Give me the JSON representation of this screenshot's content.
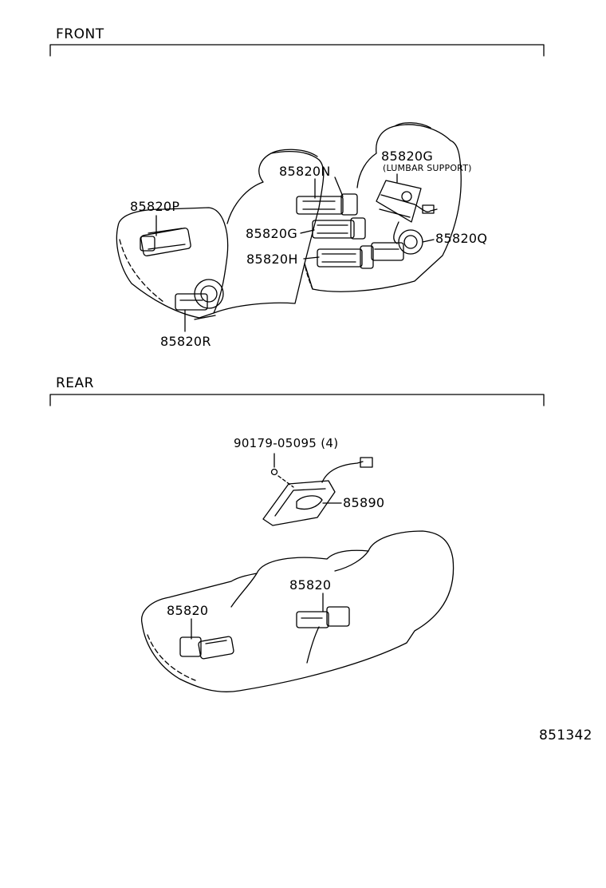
{
  "sections": {
    "front": {
      "title": "FRONT",
      "labels": {
        "p": "85820P",
        "n": "85820N",
        "g_top": "85820G",
        "lumbar": "(LUMBAR SUPPORT)",
        "g_mid": "85820G",
        "q": "85820Q",
        "h": "85820H",
        "r": "85820R"
      }
    },
    "rear": {
      "title": "REAR",
      "labels": {
        "bolt": "90179-05095 (4)",
        "module": "85890",
        "motor_back": "85820",
        "motor_cushion": "85820"
      }
    }
  },
  "diagram_id": "851342"
}
